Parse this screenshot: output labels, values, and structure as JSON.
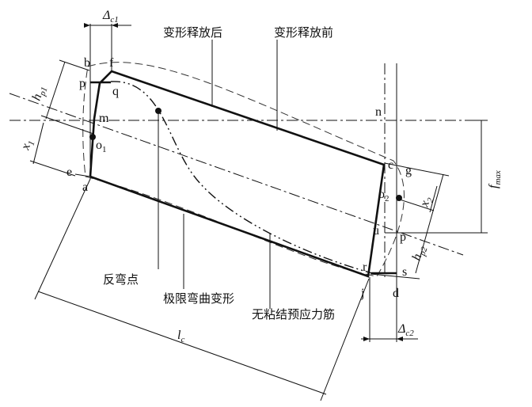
{
  "captions": {
    "after_release": "变形释放后",
    "before_release": "变形释放前",
    "inflection_point": "反弯点",
    "ultimate_bending": "极限弯曲变形",
    "unbonded_tendon": "无粘结预应力筋"
  },
  "points": {
    "a": "a",
    "b": "b",
    "c": "c",
    "d": "d",
    "e": "e",
    "f": "f",
    "g": "g",
    "j": "j",
    "m": "m",
    "n": "n",
    "p_left": "p",
    "p_right": "p",
    "q": "q",
    "r": "r",
    "s": "s",
    "u": "u"
  },
  "dimensions": {
    "delta_c1": {
      "main": "Δ",
      "sub": "c1"
    },
    "delta_c2": {
      "main": "Δ",
      "sub": "c2"
    },
    "h_p1": {
      "main": "h",
      "sub": "p1"
    },
    "h_p2": {
      "main": "h",
      "sub": "p2"
    },
    "x1": {
      "main": "x",
      "sub": "1"
    },
    "x2": {
      "main": "x",
      "sub": "2"
    },
    "o1": {
      "main": "o",
      "sub": "1"
    },
    "o2": {
      "main": "o",
      "sub": "2"
    },
    "f_max": {
      "main": "f",
      "sub": "max"
    },
    "l_c": {
      "main": "l",
      "sub": "c"
    }
  }
}
